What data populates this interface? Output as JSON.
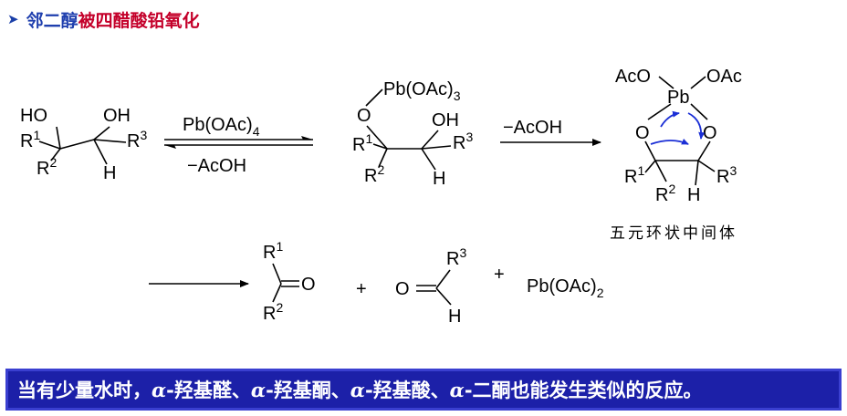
{
  "title": {
    "bullet": "➤",
    "part1": "邻二醇",
    "part2": "被四醋酸铅氧化"
  },
  "reagents": {
    "forward": "Pb(OAc)4",
    "reverse": "−AcOH",
    "step2": "−AcOH"
  },
  "labels": {
    "ho": "HO",
    "oh": "OH",
    "h": "H",
    "r": "R",
    "o": "O",
    "pb": "Pb",
    "aco": "AcO",
    "oac": "OAc",
    "pboac3": "Pb(OAc)3",
    "plus": "+",
    "pboac2": "Pb(OAc)2",
    "sup1": "1",
    "sup2": "2",
    "sup3": "3"
  },
  "caption": "五元环状中间体",
  "banner": {
    "seg1": "当有少量水时，",
    "alpha": "α",
    "seg2": "-羟基醛、 ",
    "seg3": "-羟基酮、 ",
    "seg4": "-羟基酸、",
    "seg5": "-二酮也能发生类似的反应。"
  },
  "colors": {
    "title_blue": "#1f3fae",
    "title_red": "#c4002a",
    "banner_bg": "#1c20a8",
    "arrow_blue": "#1b2fd6"
  }
}
